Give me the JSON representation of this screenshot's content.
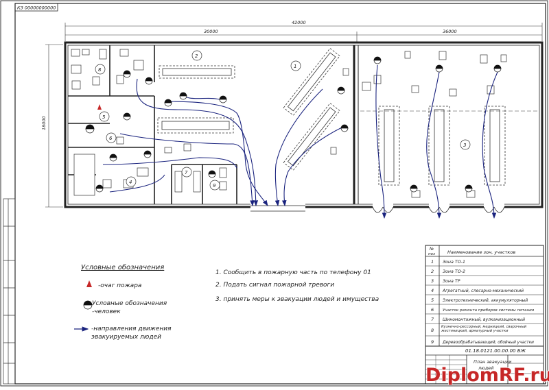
{
  "stamp": "КЗ 00000000000",
  "dims": {
    "total": "42000",
    "left": "30000",
    "right": "36000",
    "height": "18000"
  },
  "zones_markers": [
    "1",
    "2",
    "3",
    "4",
    "5",
    "6",
    "7",
    "8",
    "9"
  ],
  "legend": {
    "title": "Условные обозначения",
    "fire": "-очаг пожара",
    "person_line1": "Условные обозначения",
    "person_line2": "-человек",
    "arrow_line1": "-направления движения",
    "arrow_line2": "эвакуируемых людей"
  },
  "instructions": [
    "1. Сообщить в пожарную часть по телефону 01",
    "2. Подать сигнал пожарной тревоги",
    "3. принять меры к эвакуации людей и имущества"
  ],
  "table": {
    "header_no": "№",
    "header_poz": "поз",
    "header_name": "Наименование зон, участков",
    "rows": [
      {
        "n": "1",
        "name": "Зона ТО-1"
      },
      {
        "n": "2",
        "name": "Зона ТО-2"
      },
      {
        "n": "3",
        "name": "Зона ТР"
      },
      {
        "n": "4",
        "name": "Агрегатный, слесарно-механический"
      },
      {
        "n": "5",
        "name": "Электротехнический, аккумуляторный"
      },
      {
        "n": "6",
        "name": "Участок ремонта приборов системы питания"
      },
      {
        "n": "7",
        "name": "Шиномонтажный, вулканизационный"
      },
      {
        "n": "8",
        "name": "Кузнечно-рессорный, медницкий, сварочный жестяницкий, арматурный участки"
      },
      {
        "n": "9",
        "name": "Деревообрабатывающий, обойный участки"
      }
    ]
  },
  "title_block": {
    "code": "01.18.0121.00.00.00 БЖ",
    "title1": "План эвакуации",
    "title2": "людей"
  },
  "watermark": "DiplomRF.ru"
}
